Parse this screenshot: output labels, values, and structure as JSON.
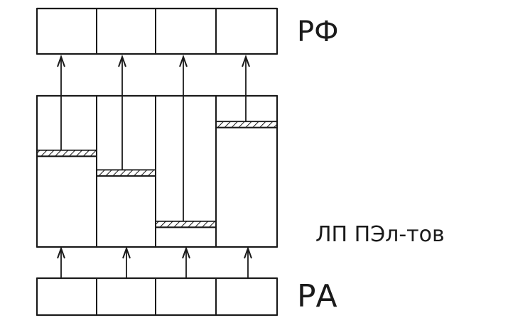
{
  "labels": {
    "top_register": "РФ",
    "middle_block": "ЛП ПЭл-тов",
    "bottom_register": "РА"
  },
  "top_register": {
    "cells": 4
  },
  "bottom_register": {
    "cells": 4
  },
  "columns": [
    {
      "filled_level": 0.6,
      "marker_level": 0.64
    },
    {
      "filled_level": 0.47,
      "marker_level": 0.51
    },
    {
      "filled_level": 0.13,
      "marker_level": 0.17
    },
    {
      "filled_level": 0.79,
      "marker_level": 0.83
    }
  ],
  "colors": {
    "ink": "#1a1a1a",
    "background": "#ffffff"
  }
}
